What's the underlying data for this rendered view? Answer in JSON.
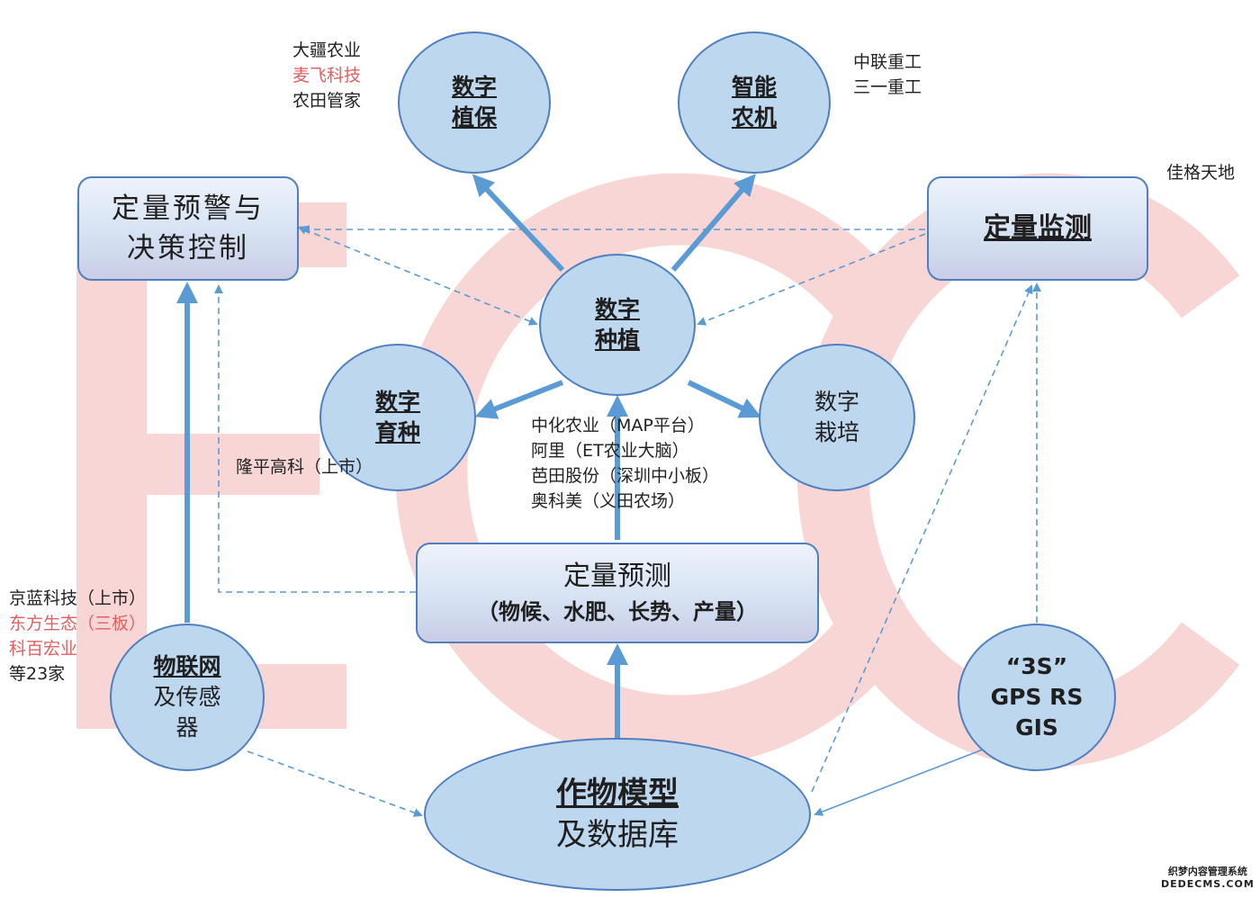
{
  "watermark": {
    "text": "ECC",
    "color": "#f6d0d0"
  },
  "colors": {
    "arrow": "#5b9bd5",
    "node_fill": "#bdd7ee",
    "node_border": "#4f7fbf",
    "red_text": "#e06060"
  },
  "nodes": {
    "plant_protection": [
      "数字",
      "植保"
    ],
    "smart_machinery": [
      "智能",
      "农机"
    ],
    "digital_planting": [
      "数字",
      "种植"
    ],
    "digital_breeding": [
      "数字",
      "育种"
    ],
    "digital_cultivation": [
      "数字",
      "栽培"
    ],
    "warning_control": [
      "定量预警与",
      "决策控制"
    ],
    "quant_monitoring": "定量监测",
    "quant_forecast": [
      "定量预测",
      "（物候、水肥、长势、产量）"
    ],
    "iot": [
      "物联网",
      "及传感",
      "器"
    ],
    "three_s": [
      "“3S”",
      "GPS RS",
      "GIS"
    ],
    "crop_model": [
      "作物模型",
      "及数据库"
    ]
  },
  "labels": {
    "plant_protection_companies": [
      {
        "text": "大疆农业",
        "red": false
      },
      {
        "text": "麦飞科技",
        "red": true
      },
      {
        "text": "农田管家",
        "red": false
      }
    ],
    "machinery_companies": [
      "中联重工",
      "三一重工"
    ],
    "monitoring_company": "佳格天地",
    "breeding_company": "隆平高科（上市）",
    "planting_companies": [
      "中化农业（MAP平台）",
      "阿里（ET农业大脑）",
      "芭田股份（深圳中小板）",
      "奥科美（义田农场）"
    ],
    "iot_companies": [
      {
        "text": "京蓝科技（上市）",
        "red": false
      },
      {
        "text": "东方生态（三板）",
        "red": true
      },
      {
        "text": "科百宏业",
        "red": true
      },
      {
        "text": "等23家",
        "red": false
      }
    ]
  },
  "footer_watermark": [
    "织梦内容管理系统",
    "DEDECMS.COM"
  ]
}
